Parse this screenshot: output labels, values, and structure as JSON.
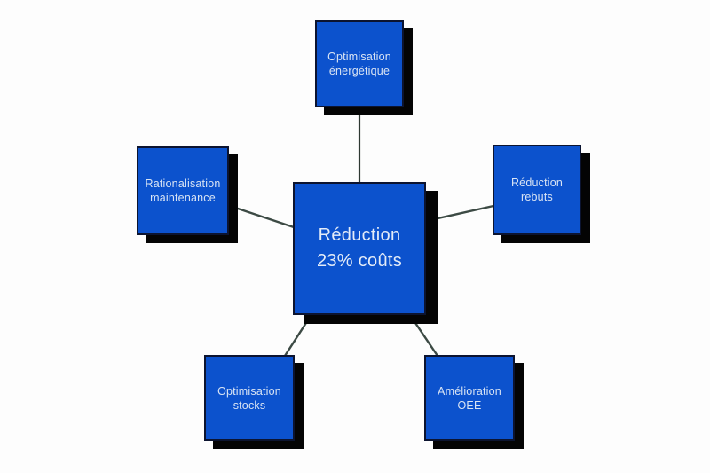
{
  "diagram": {
    "background_color": "#fdfdfd",
    "node_fill_color": "#0c52cd",
    "node_border_color": "#0c1430",
    "node_shadow_color": "#040404",
    "node_text_color": "#d9e4f4",
    "connector_color": "#3c4a44",
    "center": {
      "id": "reduction-23-couts",
      "line1": "Réduction",
      "line2": "23% coûts"
    },
    "nodes": [
      {
        "id": "optimisation-energetique",
        "line1": "Optimisation",
        "line2": "énergétique"
      },
      {
        "id": "rationalisation-maintenance",
        "line1": "Rationalisation",
        "line2": "maintenance"
      },
      {
        "id": "reduction-rebuts",
        "line1": "Réduction",
        "line2": "rebuts"
      },
      {
        "id": "optimisation-stocks",
        "line1": "Optimisation",
        "line2": "stocks"
      },
      {
        "id": "amelioration-oee",
        "line1": "Amélioration",
        "line2": "OEE"
      }
    ],
    "connections": [
      [
        "reduction-23-couts",
        "optimisation-energetique"
      ],
      [
        "reduction-23-couts",
        "rationalisation-maintenance"
      ],
      [
        "reduction-23-couts",
        "reduction-rebuts"
      ],
      [
        "reduction-23-couts",
        "optimisation-stocks"
      ],
      [
        "reduction-23-couts",
        "amelioration-oee"
      ]
    ]
  }
}
